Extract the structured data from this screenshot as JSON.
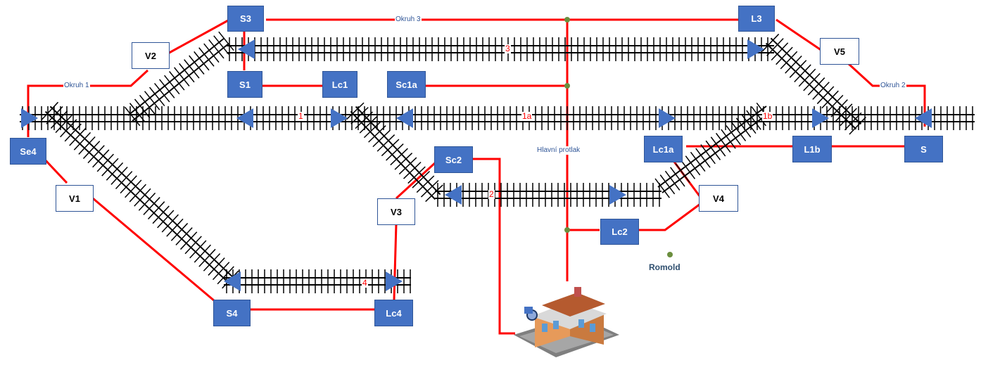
{
  "colors": {
    "signal_fill": "#4472c4",
    "wire": "#ff0000",
    "rail": "#000000",
    "label_blue": "#2f5597",
    "track_number": "#ff0000"
  },
  "signals": {
    "S3": "S3",
    "L3": "L3",
    "S1": "S1",
    "Lc1": "Lc1",
    "Sc1a": "Sc1a",
    "Se4": "Se4",
    "Sc2": "Sc2",
    "Lc1a": "Lc1a",
    "L1b": "L1b",
    "S": "S",
    "Lc2": "Lc2",
    "S4": "S4",
    "Lc4": "Lc4"
  },
  "switches": {
    "V1": "V1",
    "V2": "V2",
    "V3": "V3",
    "V4": "V4",
    "V5": "V5"
  },
  "circuits": {
    "okruh1": "Okruh 1",
    "okruh2": "Okruh 2",
    "okruh3": "Okruh 3",
    "main": "Hlavní protlak"
  },
  "tracks": {
    "t1": "1",
    "t1a": "1a",
    "t1b": "1b",
    "t2": "2",
    "t3": "3",
    "t4": "4"
  },
  "extra": {
    "romold": "Romold"
  },
  "icons": {
    "station": "station-building-icon",
    "arrow": "track-direction-arrow-icon",
    "junction": "junction-dot-icon"
  }
}
